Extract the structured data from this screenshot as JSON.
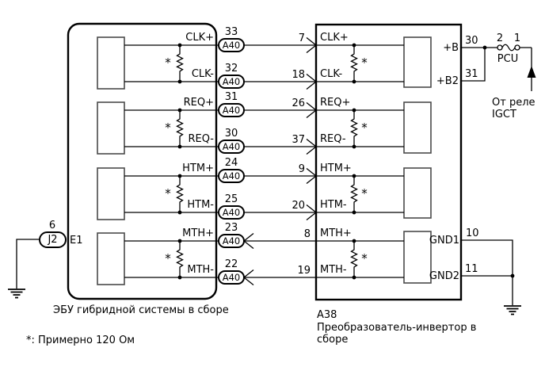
{
  "diagram": {
    "asterisk": "*",
    "note": "*: Примерно 120 Ом",
    "left_unit": {
      "code": "E1",
      "caption": "ЭБУ гибридной системы в сборе",
      "ground_connector": "J2",
      "ground_pin": "6"
    },
    "right_unit": {
      "code": "A38",
      "caption_line1": "Преобразователь-инвертор в",
      "caption_line2": "сборе"
    },
    "signals": [
      {
        "name": "CLK+",
        "ecu_connector": "A40",
        "ecu_pin": "33",
        "inverter_pin": "7",
        "direction": "to-inverter"
      },
      {
        "name": "CLK-",
        "ecu_connector": "A40",
        "ecu_pin": "32",
        "inverter_pin": "18",
        "direction": "to-inverter"
      },
      {
        "name": "REQ+",
        "ecu_connector": "A40",
        "ecu_pin": "31",
        "inverter_pin": "26",
        "direction": "to-inverter"
      },
      {
        "name": "REQ-",
        "ecu_connector": "A40",
        "ecu_pin": "30",
        "inverter_pin": "37",
        "direction": "to-inverter"
      },
      {
        "name": "HTM+",
        "ecu_connector": "A40",
        "ecu_pin": "24",
        "inverter_pin": "9",
        "direction": "to-inverter"
      },
      {
        "name": "HTM-",
        "ecu_connector": "A40",
        "ecu_pin": "25",
        "inverter_pin": "20",
        "direction": "to-inverter"
      },
      {
        "name": "MTH+",
        "ecu_connector": "A40",
        "ecu_pin": "23",
        "inverter_pin": "8",
        "direction": "to-ecu"
      },
      {
        "name": "MTH-",
        "ecu_connector": "A40",
        "ecu_pin": "22",
        "inverter_pin": "19",
        "direction": "to-ecu"
      }
    ],
    "power": {
      "b_label": "+B",
      "b_pin": "30",
      "b2_label": "+B2",
      "b2_pin": "31",
      "fuse_name": "PCU",
      "fuse_pin_2": "2",
      "fuse_pin_1": "1",
      "source_line1": "От реле",
      "source_line2": "IGCT"
    },
    "ground": {
      "gnd1_label": "GND1",
      "gnd1_pin": "10",
      "gnd2_label": "GND2",
      "gnd2_pin": "11"
    }
  },
  "colors": {
    "line": "#000000",
    "background": "#ffffff",
    "inner_box_stroke": "#4a4a4a"
  }
}
